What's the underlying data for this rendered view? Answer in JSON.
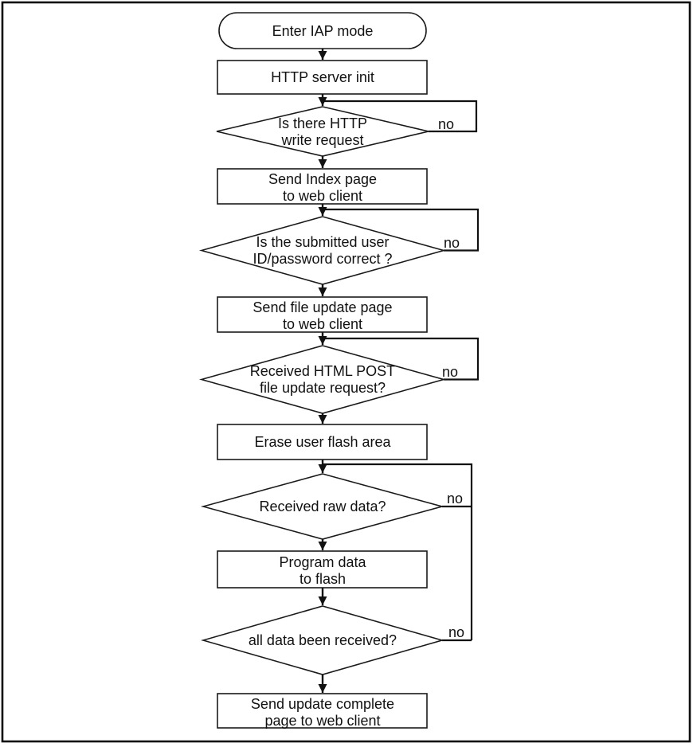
{
  "colors": {
    "line": "#111111",
    "shape_fill": "#ffffff",
    "text": "#111111",
    "background": "#ffffff"
  },
  "nodes": [
    {
      "id": "start",
      "type": "terminator",
      "lines": [
        "Enter IAP mode"
      ]
    },
    {
      "id": "http-server-init",
      "type": "process",
      "lines": [
        "HTTP server init"
      ]
    },
    {
      "id": "http-write-request",
      "type": "decision",
      "lines": [
        "Is there HTTP",
        "write request"
      ],
      "no_label": "no"
    },
    {
      "id": "send-index-page",
      "type": "process",
      "lines": [
        "Send Index page",
        "to web client"
      ]
    },
    {
      "id": "id-password-correct",
      "type": "decision",
      "lines": [
        "Is the submitted user",
        "ID/password correct ?"
      ],
      "no_label": "no"
    },
    {
      "id": "send-file-update-page",
      "type": "process",
      "lines": [
        "Send file update page",
        "to web client"
      ]
    },
    {
      "id": "received-html-post",
      "type": "decision",
      "lines": [
        "Received HTML POST",
        "file update request?"
      ],
      "no_label": "no"
    },
    {
      "id": "erase-user-flash",
      "type": "process",
      "lines": [
        "Erase user flash area"
      ]
    },
    {
      "id": "received-raw-data",
      "type": "decision",
      "lines": [
        "Received raw data?"
      ],
      "no_label": "no"
    },
    {
      "id": "program-data-to-flash",
      "type": "process",
      "lines": [
        "Program data",
        "to flash"
      ]
    },
    {
      "id": "all-data-received",
      "type": "decision",
      "lines": [
        "all data been received?"
      ],
      "no_label": "no"
    },
    {
      "id": "send-update-complete",
      "type": "process",
      "lines": [
        "Send update complete",
        "page to web client"
      ]
    }
  ]
}
